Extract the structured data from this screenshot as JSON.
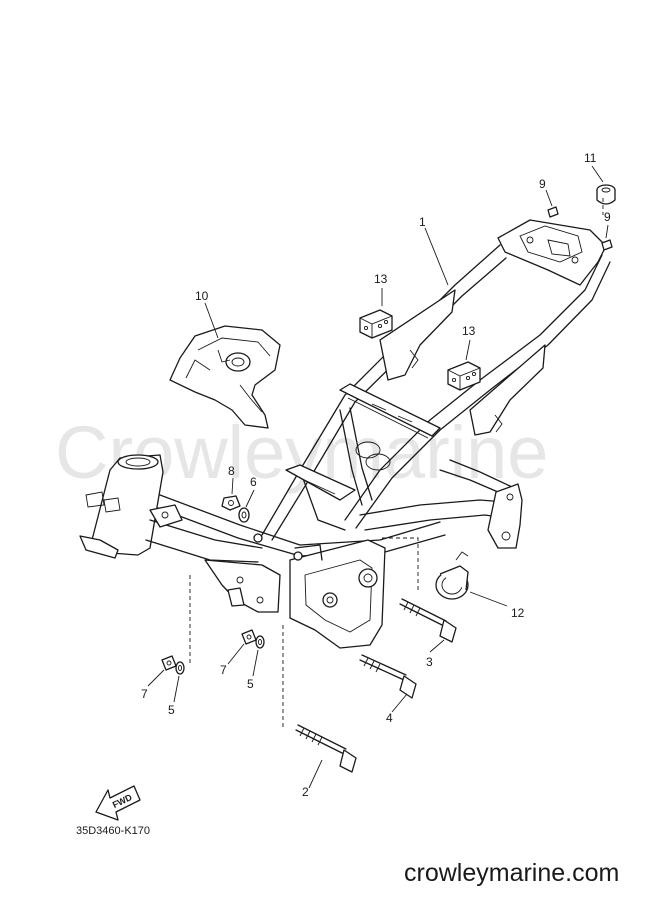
{
  "watermark": "Crowleymarine",
  "diagram_code": "35D3460-K170",
  "site_text": "crowleymarine.com",
  "fwd_label": "FWD",
  "callouts": {
    "c1": "1",
    "c2": "2",
    "c3": "3",
    "c4": "4",
    "c5a": "5",
    "c5b": "5",
    "c6": "6",
    "c7a": "7",
    "c7b": "7",
    "c8": "8",
    "c9a": "9",
    "c9b": "9",
    "c10": "10",
    "c11": "11",
    "c12": "12",
    "c13a": "13",
    "c13b": "13"
  },
  "colors": {
    "line": "#1a1a1a",
    "watermark": "#e6e6e6",
    "background": "#ffffff"
  }
}
